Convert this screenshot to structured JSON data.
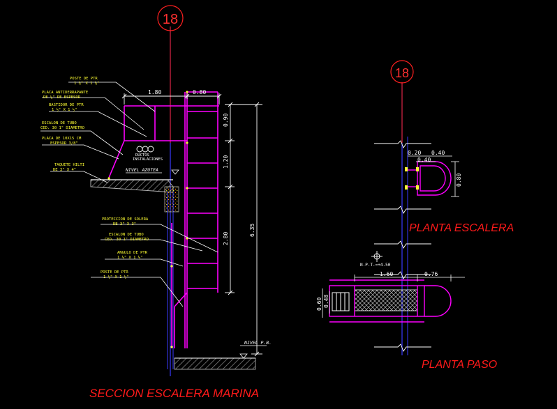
{
  "titles": {
    "seccion": "SECCION ESCALERA MARINA",
    "planta_escalera": "PLANTA ESCALERA",
    "planta_paso": "PLANTA PASO"
  },
  "axis_bubbles": {
    "left": "18",
    "right": "18"
  },
  "section_labels": {
    "poste_top": [
      "POSTE DE PTR",
      "1 ½\" X 1 ½\""
    ],
    "placa_anti": [
      "PLACA ANTIDERRAPANTE",
      "DE ¼\" DE ESPESOR"
    ],
    "bastidor": [
      "BASTIDOR DE PTR",
      "1 ½\" X 1 ½\""
    ],
    "escalon_top": [
      "ESCALON DE TUBO",
      "CED. 30 1\" DIAMETRO"
    ],
    "placa_10x15": [
      "PLACA DE 10X15 CM",
      "ESPESOR 3/8\""
    ],
    "taquete": [
      "TAQUETE HILTI",
      "DE 3\" X 4\""
    ],
    "ductos": [
      "DUCTOS",
      "INSTALACIONES"
    ],
    "nivel_azotea": "NIVEL AZOTEA",
    "proteccion": [
      "PROTECCION DE SOLERA",
      "DE 3\" X 3\""
    ],
    "escalon_mid": [
      "ESCALON DE TUBO",
      "CED. 30 1\" DIAMETRO"
    ],
    "angulo": [
      "ANGULO DE PTR",
      "1 ½\" X 1 ½\""
    ],
    "poste_bottom": [
      "POSTE DE PTR",
      "1 ½\" X 1 ½\""
    ],
    "nivel_pb": "NIVEL P.B."
  },
  "section_dims": {
    "top_left": "1.80",
    "top_right": "0.80",
    "v1": "0.90",
    "v2": "1.20",
    "v3": "2.80",
    "total": "6.35"
  },
  "planta_escalera_dims": {
    "a": "0.20",
    "b": "0.40",
    "c": "0.40",
    "d": "0.80"
  },
  "planta_paso_dims": {
    "npt": "N.P.T.=+4.50",
    "w1": "1.60",
    "w2": "0.76",
    "h1": "0.60",
    "h2": "0.48"
  },
  "colors": {
    "background": "#000000",
    "magenta": "#ff00ff",
    "blue": "#3a3aff",
    "red": "#ff2020",
    "white": "#ffffff",
    "yellow": "#ffff33",
    "gray": "#9a9a9a"
  }
}
